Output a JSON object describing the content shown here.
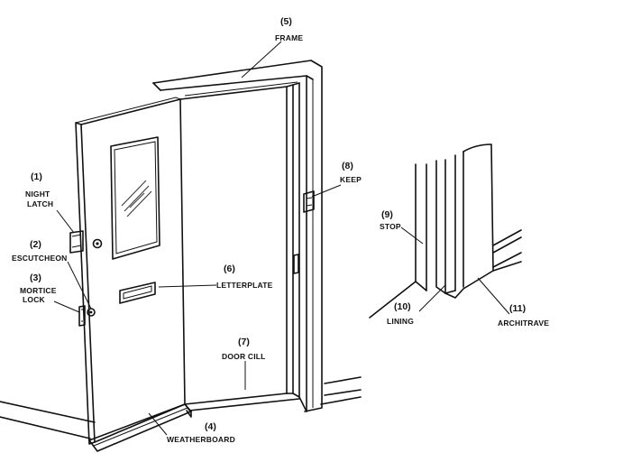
{
  "labels": [
    {
      "id": "night-latch",
      "number": "(1)",
      "name": "NIGHT",
      "name2": "LATCH"
    },
    {
      "id": "escutcheon",
      "number": "(2)",
      "name": "ESCUTCHEON"
    },
    {
      "id": "mortice-lock",
      "number": "(3)",
      "name": "MORTICE",
      "name2": "LOCK"
    },
    {
      "id": "weatherboard",
      "number": "(4)",
      "name": "WEATHERBOARD"
    },
    {
      "id": "frame",
      "number": "(5)",
      "name": "FRAME"
    },
    {
      "id": "letterplate",
      "number": "(6)",
      "name": "LETTERPLATE"
    },
    {
      "id": "door-cill",
      "number": "(7)",
      "name": "DOOR CILL"
    },
    {
      "id": "keep",
      "number": "(8)",
      "name": "KEEP"
    },
    {
      "id": "stop",
      "number": "(9)",
      "name": "STOP"
    },
    {
      "id": "lining",
      "number": "(10)",
      "name": "LINING"
    },
    {
      "id": "architrave",
      "number": "(11)",
      "name": "ARCHITRAVE"
    }
  ]
}
